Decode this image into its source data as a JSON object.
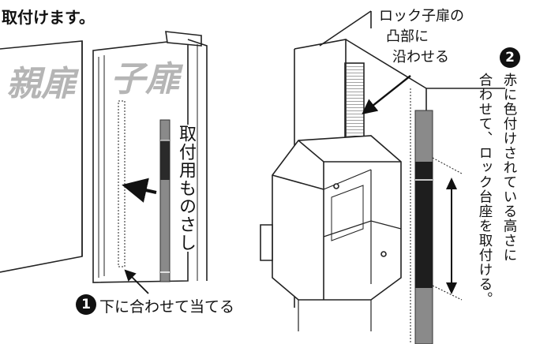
{
  "header_text": "取付けます。",
  "door_labels": {
    "parent": "親扉",
    "child": "子扉"
  },
  "ruler_label": "取付用ものさし",
  "step1": {
    "number": "1",
    "text": "下に合わせて当てる"
  },
  "top_callout": {
    "line1": "ロック子扉の",
    "line2": "凸部に",
    "line3": "沿わせる"
  },
  "step2": {
    "number": "2",
    "col1": "赤に色付けされている高さに",
    "col2": "合わせて、ロック台座を取付ける。"
  }
}
